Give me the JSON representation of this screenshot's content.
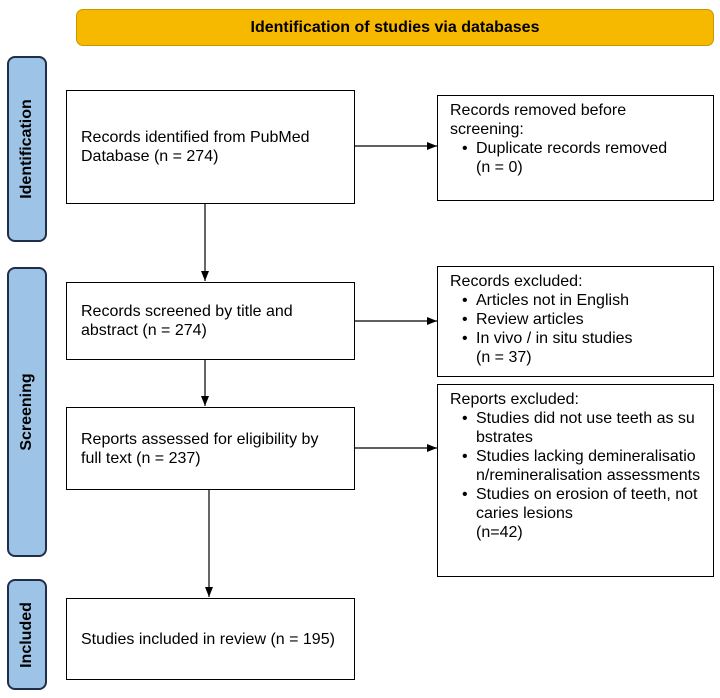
{
  "header": {
    "title": "Identification of studies via databases"
  },
  "phases": {
    "identification": "Identification",
    "screening": "Screening",
    "included": "Included"
  },
  "boxes": {
    "identified": "Records identified from PubMed Database (n = 274)",
    "removed": {
      "title": "Records removed before screening:",
      "items": [
        "Duplicate records removed"
      ],
      "count": "(n = 0)"
    },
    "screened": "Records screened by title and abstract (n = 274)",
    "excluded": {
      "title": "Records excluded:",
      "items": [
        "Articles not in English",
        "Review articles",
        "In vivo / in situ studies"
      ],
      "count": "(n = 37)"
    },
    "assessed": "Reports assessed for eligibility by full text (n = 237)",
    "reports_excluded": {
      "title": "Reports excluded:",
      "items": [
        "Studies did not use teeth as substrates",
        "Studies lacking demineralisation/remineralisation assessments",
        "Studies on erosion of teeth, not caries lesions"
      ],
      "count": "(n=42)"
    },
    "included": "Studies included in review (n = 195)"
  }
}
